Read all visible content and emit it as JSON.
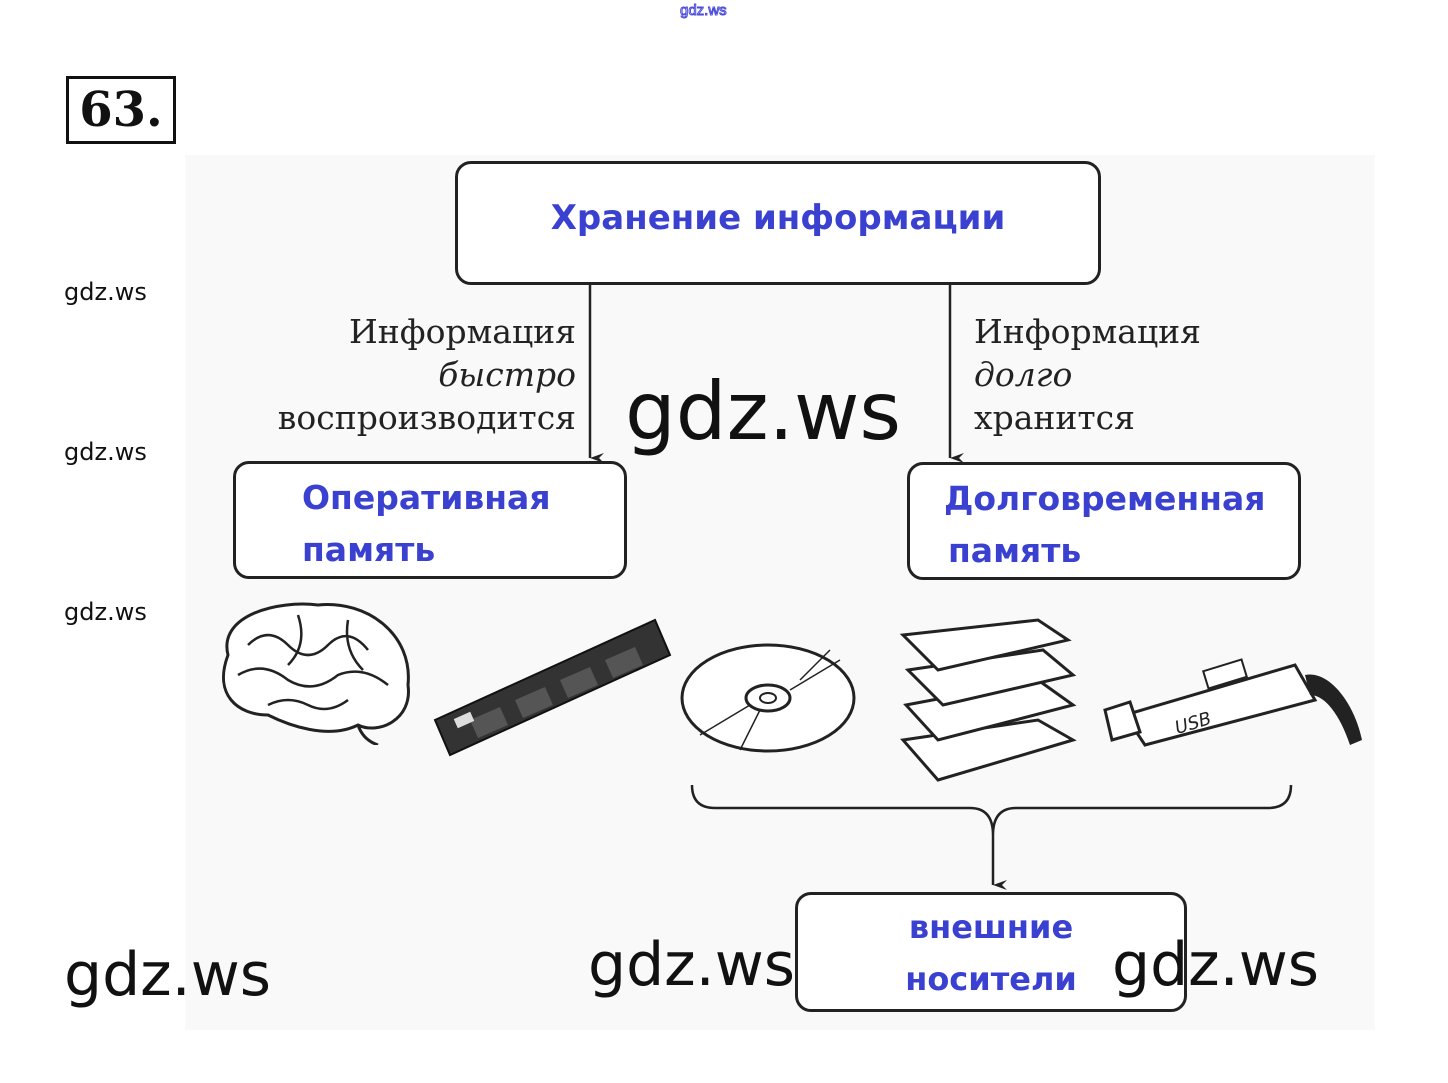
{
  "task_number": "63.",
  "root": "Хранение информации",
  "left_label": {
    "line1": "Информация",
    "line2": "быстро",
    "line3": "воспроизводится"
  },
  "right_label": {
    "line1": "Информация",
    "line2": "долго",
    "line3": "хранится"
  },
  "left_box": {
    "line1": "Оперативная",
    "line2": "память"
  },
  "right_box": {
    "line1": "Долговременная",
    "line2": "память"
  },
  "bottom_box": {
    "line1": "внешние",
    "line2": "носители"
  },
  "images": [
    "brain-icon",
    "ram-module-icon",
    "cd-disc-icon",
    "books-icon",
    "usb-drive-icon"
  ],
  "watermarks": {
    "top": "gdz.ws",
    "side1": "gdz.ws",
    "side2": "gdz.ws",
    "side3": "gdz.ws",
    "center": "gdz.ws",
    "bottom_left": "gdz.ws",
    "bottom_mid": "gdz.ws",
    "bottom_right": "gdz.ws"
  },
  "colors": {
    "accent": "#3a40d0"
  }
}
